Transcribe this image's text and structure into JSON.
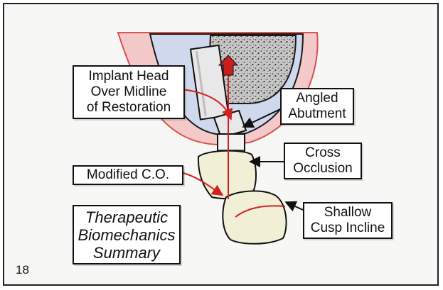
{
  "slide_number": "18",
  "labels": {
    "implant_head": "Implant Head\nOver Midline\nof Restoration",
    "angled_abutment": "Angled\nAbutment",
    "cross_occlusion": "Cross\nOcclusion",
    "modified_co": "Modified C.O.",
    "shallow_cusp": "Shallow\nCusp Incline",
    "summary": "Therapeutic\nBiomechanics\nSummary"
  },
  "colors": {
    "gum": "#f4c9c9",
    "gum_line": "#d9534f",
    "bone": "#cfd8ec",
    "marrow": "#9a9a9a",
    "tooth": "#f1f0d6",
    "implant": "#e8e8e8",
    "force_line": "#d32020",
    "box_border": "#111111"
  }
}
